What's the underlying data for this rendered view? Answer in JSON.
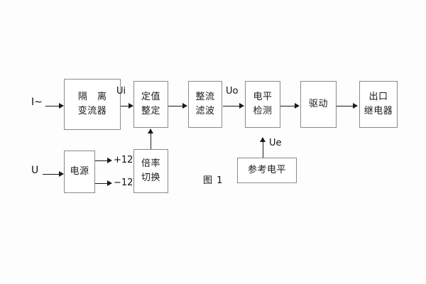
{
  "diagram": {
    "caption": "图 1",
    "inputs": {
      "current": "I~",
      "voltage": "U"
    },
    "signals": {
      "ui": "Ui",
      "uo": "Uo",
      "ue": "Ue",
      "rail_pos": "+12V",
      "rail_neg": "−12V"
    },
    "blocks": [
      {
        "id": "isolation-transformer",
        "line1": "隔 离",
        "line2": "变流器"
      },
      {
        "id": "setting-value",
        "line1": "定值",
        "line2": "整定"
      },
      {
        "id": "rectify-filter",
        "line1": "整流",
        "line2": "滤波"
      },
      {
        "id": "level-detect",
        "line1": "电平",
        "line2": "检测"
      },
      {
        "id": "drive",
        "line1": "驱动",
        "line2": ""
      },
      {
        "id": "output-relay",
        "line1": "出口",
        "line2": "继电器"
      },
      {
        "id": "power-supply",
        "line1": "电源",
        "line2": ""
      },
      {
        "id": "multiplier-switch",
        "line1": "倍率",
        "line2": "切换"
      },
      {
        "id": "reference-level",
        "line1": "参考电平",
        "line2": ""
      }
    ],
    "colors": {
      "background": "#fdfdfd",
      "block_border": "#8a8a8a",
      "line": "#1a1a1a",
      "text": "#1a1a1a"
    }
  }
}
